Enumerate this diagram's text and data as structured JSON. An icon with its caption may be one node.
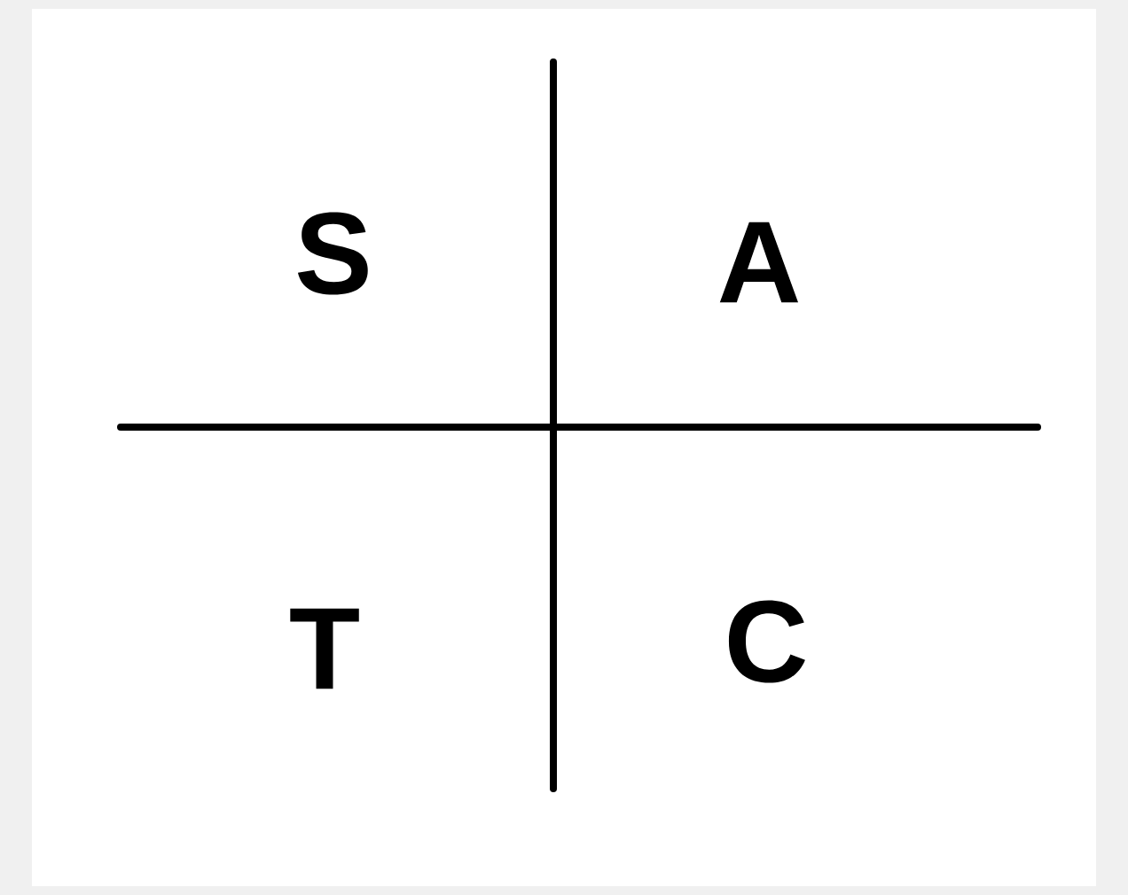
{
  "diagram": {
    "labels": [
      "S",
      "A",
      "T",
      "C"
    ]
  }
}
